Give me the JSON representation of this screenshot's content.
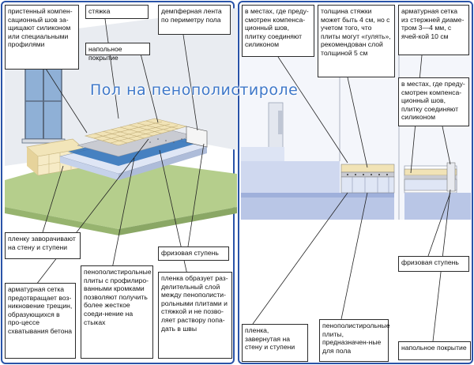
{
  "title": "Пол на пенополистироле",
  "left": {
    "wall_seam": "пристенный компен-сационный шов за-щищают силиконом или специальными профилями",
    "screed": "стяжка",
    "damper_tape": "демпферная лента по периметру пола",
    "floor_covering": "напольное покрытие",
    "film_wrap": "пленку заворачивают на стену и ступени",
    "frieze_step": "фризовая ступень",
    "reinforcing_mesh": "арматурная сетка предотвращает воз-никновение трещин, образующихся в про-цессе схватывания бетона",
    "eps_plates": "пенополистирольные плиты с профилиро-ванными кромками позволяют получить более жесткое соеди-нение на стыках",
    "separating_film": "пленка образует раз-делительный слой между пенополисти-рольными плитами и стяжкой и не позво-ляет раствору попа-дать в швы"
  },
  "right": {
    "comp_seam_top": "в местах, где преду-смотрен компенса-ционный шов, плитку соединяют силиконом",
    "screed_thickness": "толщина стяжки может быть 4 см, но с учетом того, что плиты могут «гулять», рекомендован слой толщиной 5 см",
    "rebar_mesh": "арматурная сетка из стержней диаме-тром 3—4 мм, с ячей-кой 10 см",
    "comp_seam_side": "в местах, где преду-смотрен компенса-ционный шов, плитку соединяют силиконом",
    "frieze_step": "фризовая ступень",
    "film_wrapped": "пленка, завернутая на стену и ступени",
    "eps_for_floor": "пенополистирольные плиты, предназначен-ные для пола",
    "floor_covering": "напольное покрытие"
  },
  "colors": {
    "frame": "#2a53a8",
    "title": "#3f78c9",
    "ground": "#b5ce8c",
    "wall_blue": "#cfd8ef",
    "tile": "#f1e3b6",
    "eps": "#dfe6f5",
    "screed": "#c9cbd2"
  }
}
